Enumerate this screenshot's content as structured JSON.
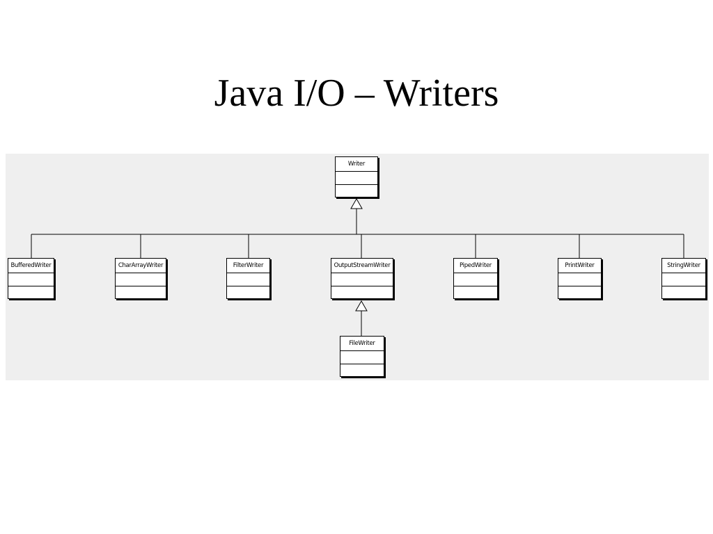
{
  "slide": {
    "title": "Java I/O – Writers"
  },
  "diagram": {
    "classes": {
      "writer": "Writer",
      "buffered_writer": "BufferedWriter",
      "char_array_writer": "CharArrayWriter",
      "filter_writer": "FilterWriter",
      "output_stream_writer": "OutputStreamWriter",
      "piped_writer": "PipedWriter",
      "print_writer": "PrintWriter",
      "string_writer": "StringWriter",
      "file_writer": "FileWriter"
    },
    "relationships": [
      {
        "from": "BufferedWriter",
        "to": "Writer",
        "type": "generalization"
      },
      {
        "from": "CharArrayWriter",
        "to": "Writer",
        "type": "generalization"
      },
      {
        "from": "FilterWriter",
        "to": "Writer",
        "type": "generalization"
      },
      {
        "from": "OutputStreamWriter",
        "to": "Writer",
        "type": "generalization"
      },
      {
        "from": "PipedWriter",
        "to": "Writer",
        "type": "generalization"
      },
      {
        "from": "PrintWriter",
        "to": "Writer",
        "type": "generalization"
      },
      {
        "from": "StringWriter",
        "to": "Writer",
        "type": "generalization"
      },
      {
        "from": "FileWriter",
        "to": "OutputStreamWriter",
        "type": "generalization"
      }
    ]
  }
}
